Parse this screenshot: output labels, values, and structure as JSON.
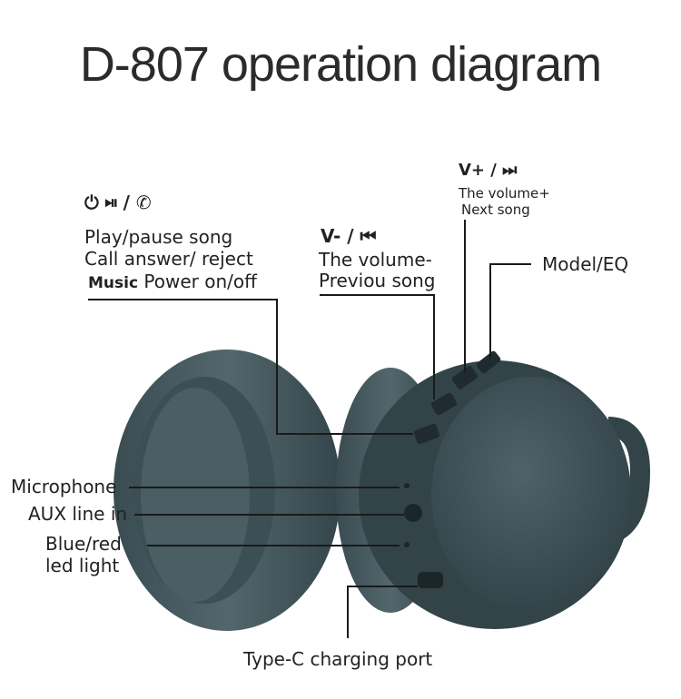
{
  "title": "D-807 operation diagram",
  "callouts": {
    "play": {
      "icons": "⏻ ⏯ / ✆",
      "line1": "Play/pause song",
      "line2": "Call answer/ reject",
      "line3_bold": "Music",
      "line3_rest": " Power on/off"
    },
    "vminus": {
      "heading": "V- / ⏮",
      "line1": "The volume-",
      "line2": "Previou song"
    },
    "vplus": {
      "heading": "V+ / ⏭",
      "line1": "The volume+",
      "line2": "Next song"
    },
    "mode": "Model/EQ",
    "microphone": "Microphone",
    "aux": "AUX  line in",
    "led_line1": "Blue/red",
    "led_line2": "led light",
    "typec": "Type-C charging port"
  },
  "colors": {
    "shell": "#3f5258",
    "shell_dark": "#2a3a40",
    "cushion": "#445a60",
    "leader": "#1a1a1a"
  }
}
